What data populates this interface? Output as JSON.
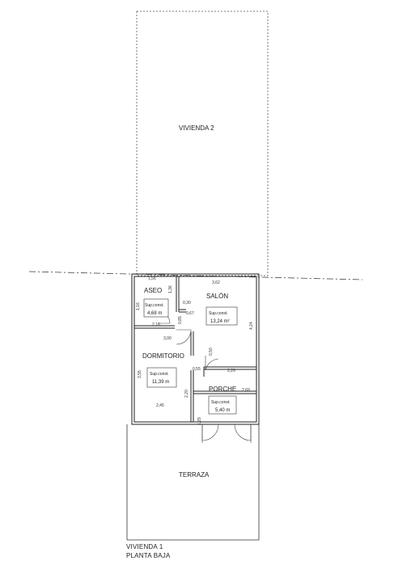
{
  "plan": {
    "upper_unit_label": "VIVIENDA 2",
    "rooms": [
      {
        "id": "aseo",
        "name": "ASEO",
        "area_label": "Sup.const.",
        "area": "4,68 m"
      },
      {
        "id": "salon",
        "name": "SALÓN",
        "area_label": "Sup.const.",
        "area": "13,24 m²"
      },
      {
        "id": "dormitorio",
        "name": "DORMITORIO",
        "area_label": "Sup.const.",
        "area": "11,39 m"
      },
      {
        "id": "porche",
        "name": "PORCHE",
        "area_label": "Sup.const.",
        "area": "5,40 m"
      }
    ],
    "terrace_label": "TERRAZA",
    "dimensions": {
      "d156": "1,56",
      "d362": "3,62",
      "d136": "1,36",
      "d030": "0,30",
      "d067": "0,67",
      "d116": "1,16",
      "d216": "2,16",
      "d300": "3,00",
      "d424": "4,24",
      "d085": "0,85",
      "d355": "3,55",
      "d055": "0,55",
      "d220": "2,20",
      "d120": "1,20",
      "d269": "2,69",
      "d245": "2,45",
      "d229": "2,29",
      "d129": "1,29",
      "d050": "0,50"
    }
  },
  "caption": {
    "line1": "VIVIENDA 1",
    "line2": "PLANTA BAJA"
  }
}
